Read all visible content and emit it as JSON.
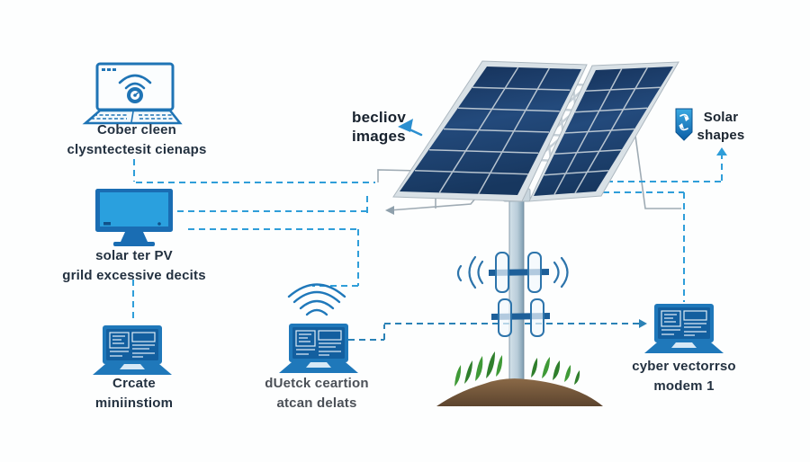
{
  "colors": {
    "background": "#fdfefe",
    "device_blue": "#1f78ba",
    "device_blue_dark": "#135f9f",
    "dashed_teal": "#2f9ed9",
    "dashed_steel": "#2b82b6",
    "panel_cell_blue": "#1d3f6e",
    "panel_frame": "#d9e1e6",
    "pole_gray": "#b9cdd9",
    "ground_brown": "#7a5b3d",
    "grass_green": "#3f9a37",
    "text_dark": "#233140"
  },
  "icons": {
    "security_laptop": "laptop-wifi-lock-icon",
    "monitor": "desktop-monitor-icon",
    "dashboard_laptop": "laptop-dashboard-icon",
    "wireless_laptop": "laptop-wireless-icon",
    "modem_laptop": "laptop-modem-icon",
    "shield": "shield-badge-icon",
    "cursor": "cursor-arrow-icon",
    "solar_panel": "solar-panel-array",
    "antenna": "pole-antenna-icon",
    "ground": "grass-dirt-mound"
  },
  "labels": {
    "security_laptop": {
      "line1": "Cober cleen",
      "line2": "clysntectesit cienaps"
    },
    "monitor": {
      "line1": "solar ter PV",
      "line2": "grild excessive decits"
    },
    "dashboard_laptop": {
      "line1": "Crcate",
      "line2": "miniinstiom"
    },
    "wireless_laptop": {
      "line1": "dUetck ceartion",
      "line2": "atcan delats"
    },
    "panel_note": {
      "line1": "becliov",
      "line2": "images"
    },
    "shield_badge": {
      "line1": "Solar",
      "line2": "shapes"
    },
    "modem_laptop": {
      "line1": "cyber vectorrso",
      "line2": "modem 1"
    }
  }
}
